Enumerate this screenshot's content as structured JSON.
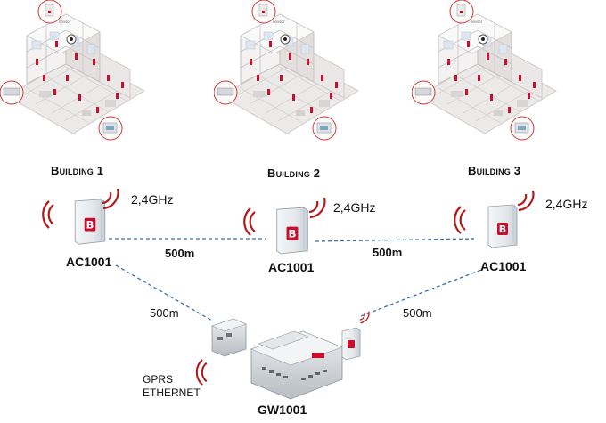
{
  "buildings": [
    {
      "name": "Building 1",
      "ap_frequency": "2,4GHz",
      "ap_model": "AC1001"
    },
    {
      "name": "Building 2",
      "ap_frequency": "2,4GHz",
      "ap_model": "AC1001"
    },
    {
      "name": "Building 3",
      "ap_frequency": "2,4GHz",
      "ap_model": "AC1001"
    }
  ],
  "links": {
    "b1_b2": "500m",
    "b2_b3": "500m",
    "b1_gateway": "500m",
    "b3_gateway": "500m"
  },
  "gateway": {
    "model": "GW1001",
    "connectivity": [
      "GPRS",
      "ETHERNET"
    ]
  },
  "colors": {
    "wifi_waves": "#b31b1b",
    "brand_red": "#c8102e",
    "link_dashes": "#3a6fa8"
  }
}
